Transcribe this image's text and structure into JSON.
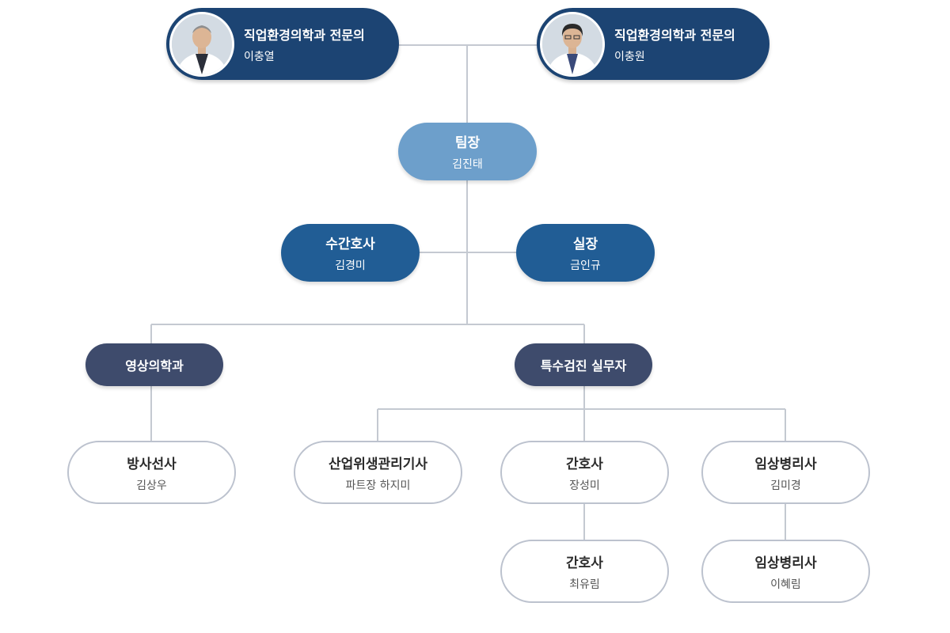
{
  "doctors": [
    {
      "title": "직업환경의학과 전문의",
      "name": "이충열",
      "photo": "doctor-portrait-1"
    },
    {
      "title": "직업환경의학과 전문의",
      "name": "이충원",
      "photo": "doctor-portrait-2"
    }
  ],
  "team_lead": {
    "title": "팀장",
    "name": "김진태"
  },
  "head_nurse": {
    "title": "수간호사",
    "name": "김경미"
  },
  "chief": {
    "title": "실장",
    "name": "금인규"
  },
  "radiology": {
    "title": "영상의학과"
  },
  "special_exam": {
    "title": "특수검진 실무자"
  },
  "radiographer": {
    "title": "방사선사",
    "name": "김상우"
  },
  "hygienist": {
    "title": "산업위생관리기사",
    "name": "파트장 하지미"
  },
  "nurse_1": {
    "title": "간호사",
    "name": "장성미"
  },
  "nurse_2": {
    "title": "간호사",
    "name": "최유림"
  },
  "pathologist_1": {
    "title": "임상병리사",
    "name": "김미경"
  },
  "pathologist_2": {
    "title": "임상병리사",
    "name": "이혜림"
  },
  "colors": {
    "doctor": "#1c4473",
    "team_lead": "#6d9fcb",
    "manager": "#215d95",
    "department": "#3e4b6c",
    "staff_border": "#bcc2ce",
    "connector": "#c4c9d1"
  }
}
